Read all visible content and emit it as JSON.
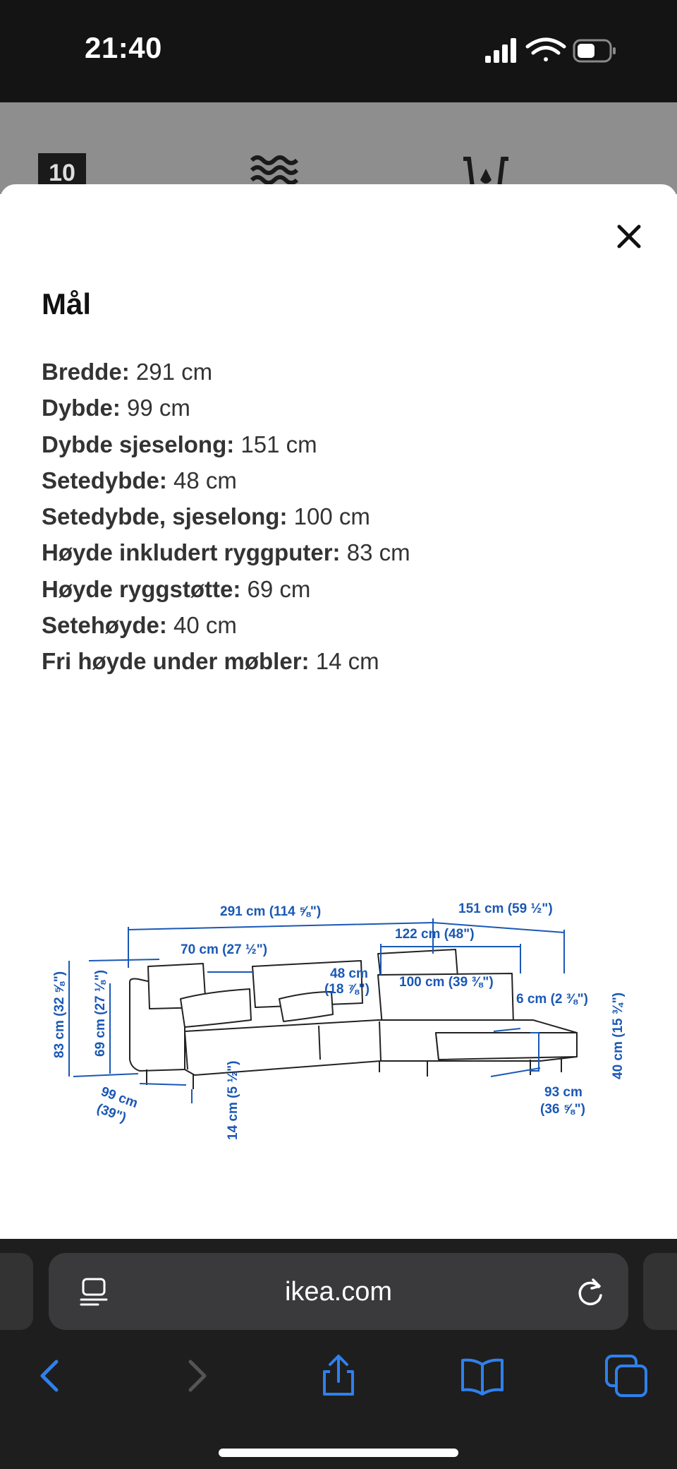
{
  "status_bar": {
    "time": "21:40",
    "icons": [
      "cellular-signal-icon",
      "wifi-icon",
      "battery-icon"
    ]
  },
  "background_page": {
    "care_icons": [
      {
        "name": "wash-10-icon",
        "label": "10"
      },
      {
        "name": "wash-wave-icon"
      },
      {
        "name": "tub-icon"
      }
    ]
  },
  "modal": {
    "title": "Mål",
    "close_icon": "close-icon",
    "dimensions": [
      {
        "label": "Bredde:",
        "value": "291 cm"
      },
      {
        "label": "Dybde:",
        "value": "99 cm"
      },
      {
        "label": "Dybde sjeselong:",
        "value": "151 cm"
      },
      {
        "label": "Setedybde:",
        "value": "48 cm"
      },
      {
        "label": "Setedybde, sjeselong:",
        "value": "100 cm"
      },
      {
        "label": "Høyde inkludert ryggputer:",
        "value": "83 cm"
      },
      {
        "label": "Høyde ryggstøtte:",
        "value": "69 cm"
      },
      {
        "label": "Setehøyde:",
        "value": "40 cm"
      },
      {
        "label": "Fri høyde under møbler:",
        "value": "14 cm"
      }
    ],
    "diagram_labels": {
      "width_total": "291 cm (114 ⅝\")",
      "chaise_depth": "151 cm (59 ½\")",
      "chaise_length": "122 cm (48\")",
      "armrest": "70 cm (27 ½\")",
      "seat_depth_a": "48 cm",
      "seat_depth_b": "(18 ⅞\")",
      "chaise_seat": "100 cm (39 ⅜\")",
      "arm_width": "6 cm (2 ⅜\")",
      "height_total": "83 cm (32 ⅝\")",
      "back_height": "69 cm (27 ⅛\")",
      "depth_a": "99 cm",
      "depth_b": "(39\")",
      "clearance": "14 cm (5 ½\")",
      "chaise_width_a": "93 cm",
      "chaise_width_b": "(36 ⅝\")",
      "seat_height": "40 cm (15 ¾\")"
    }
  },
  "browser": {
    "url": "ikea.com",
    "toolbar": [
      "back-icon",
      "forward-icon",
      "share-icon",
      "bookmarks-icon",
      "tabs-icon"
    ]
  },
  "colors": {
    "accent": "#2f80ed",
    "diagram_blue": "#1a58b5",
    "status_bar": "#141414",
    "browser_chrome": "#1e1e1e"
  }
}
